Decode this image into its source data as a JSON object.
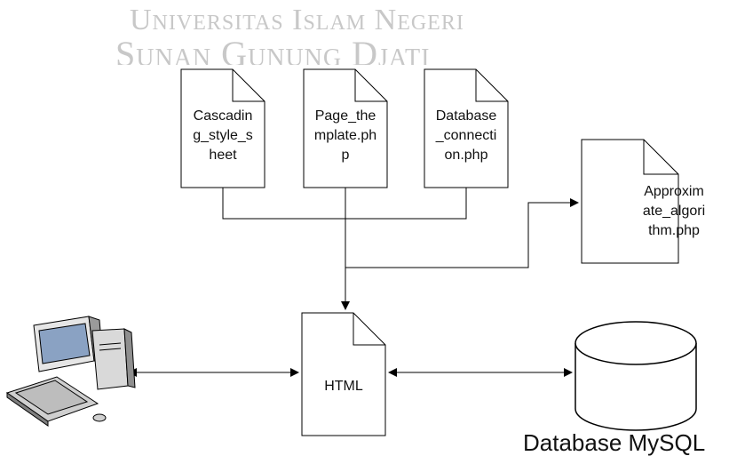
{
  "watermark": {
    "line1": "Universitas Islam Negeri",
    "line2": "Sunan Gunung Djati"
  },
  "nodes": {
    "css_doc": "Cascadin\ng_style_s\nheet",
    "page_template_doc": "Page_the\nmplate.ph\np",
    "db_connection_doc": "Database\n_connecti\non.php",
    "algorithm_doc": "Approxim\nate_algori\nthm.php",
    "html_doc": "HTML",
    "database": "Database MySQL"
  },
  "icons": {
    "computer": "computer-icon",
    "database": "database-cylinder-icon",
    "document": "document-icon"
  },
  "colors": {
    "stroke": "#000000",
    "fill": "#ffffff",
    "watermark": "#c8c8c8"
  }
}
